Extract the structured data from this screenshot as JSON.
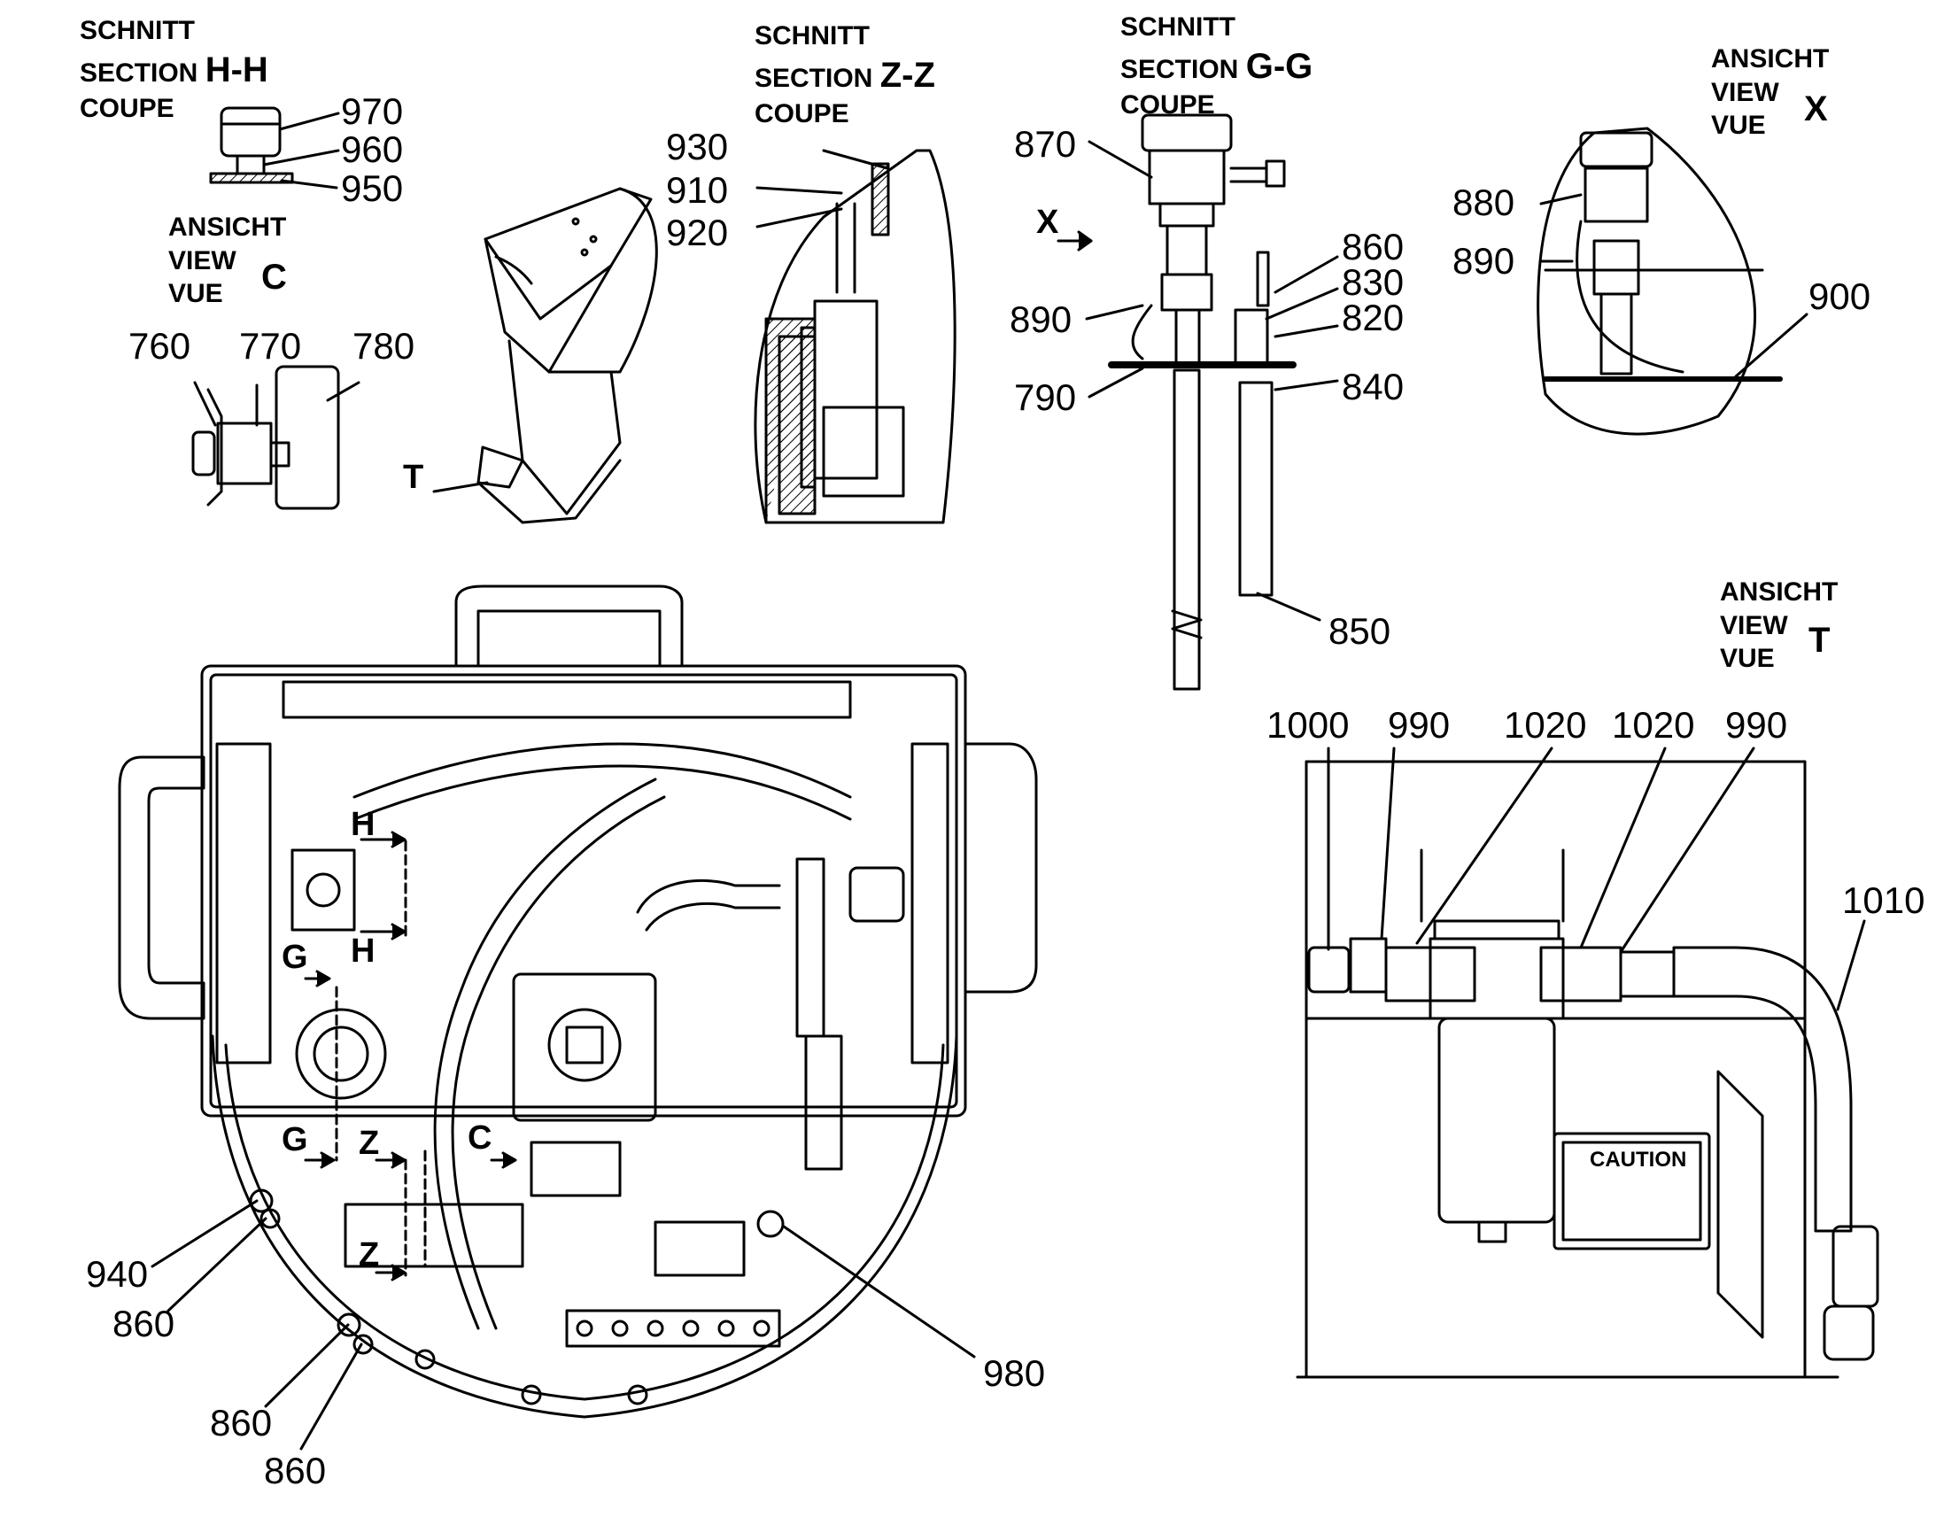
{
  "sections": {
    "hh": {
      "l1": "SCHNITT",
      "l2": "SECTION",
      "l3": "COUPE",
      "id": "H-H"
    },
    "zz": {
      "l1": "SCHNITT",
      "l2": "SECTION",
      "l3": "COUPE",
      "id": "Z-Z"
    },
    "gg": {
      "l1": "SCHNITT",
      "l2": "SECTION",
      "l3": "COUPE",
      "id": "G-G"
    }
  },
  "views": {
    "c": {
      "l1": "ANSICHT",
      "l2": "VIEW",
      "l3": "VUE",
      "id": "C"
    },
    "x": {
      "l1": "ANSICHT",
      "l2": "VIEW",
      "l3": "VUE",
      "id": "X"
    },
    "t": {
      "l1": "ANSICHT",
      "l2": "VIEW",
      "l3": "VUE",
      "id": "T"
    }
  },
  "callouts": {
    "n970": "970",
    "n960": "960",
    "n950": "950",
    "n760": "760",
    "n770": "770",
    "n780": "780",
    "n930": "930",
    "n910": "910",
    "n920": "920",
    "n870": "870",
    "n860a": "860",
    "n830": "830",
    "n820": "820",
    "n890a": "890",
    "n790": "790",
    "n840": "840",
    "n850": "850",
    "n880": "880",
    "n890b": "890",
    "n900": "900",
    "n1000": "1000",
    "n990a": "990",
    "n1020a": "1020",
    "n1020b": "1020",
    "n990b": "990",
    "n1010": "1010",
    "n940": "940",
    "n860b": "860",
    "n860c": "860",
    "n860d": "860",
    "n980": "980"
  },
  "markers": {
    "t_arrow": "T",
    "x_arrow": "X",
    "h1": "H",
    "h2": "H",
    "g1": "G",
    "g2": "G",
    "z1": "Z",
    "z2": "Z",
    "c1": "C"
  },
  "caution_plate": {
    "title": "CAUTION"
  }
}
